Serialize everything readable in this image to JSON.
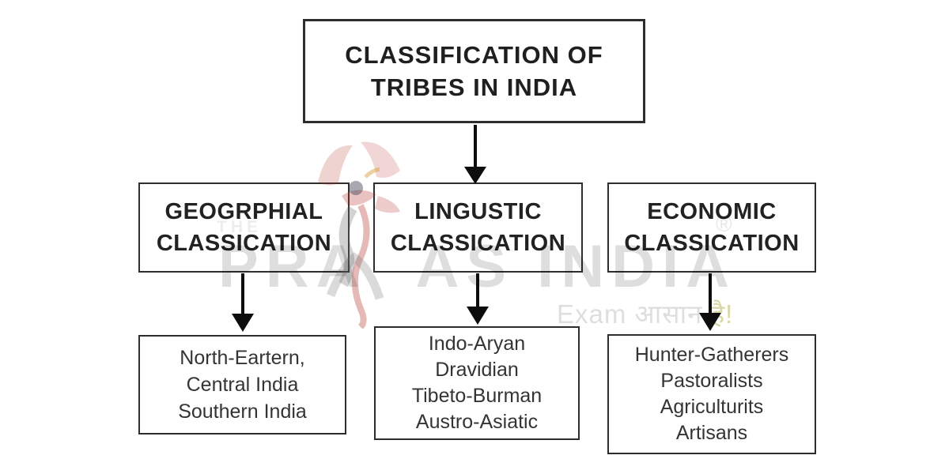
{
  "title": {
    "line1": "CLASSIFICATION OF",
    "line2": "TRIBES IN INDIA"
  },
  "branches": [
    {
      "id": "geographical",
      "header_line1": "GEOGRPHIAL",
      "header_line2": "CLASSICATION",
      "items": [
        "North-Eartern,",
        "Central India",
        "Southern India"
      ]
    },
    {
      "id": "linguistic",
      "header_line1": "LINGUSTIC",
      "header_line2": "CLASSICATION",
      "items": [
        "Indo-Aryan",
        "Dravidian",
        "Tibeto-Burman",
        "Austro-Asiatic"
      ]
    },
    {
      "id": "economic",
      "header_line1": "ECONOMIC",
      "header_line2": "CLASSICATION",
      "items": [
        "Hunter-Gatherers",
        "Pastoralists",
        "Agriculturits",
        "Artisans"
      ]
    }
  ],
  "watermark": {
    "prefix": "THE",
    "brand_left": "PRA",
    "brand_right": "AS INDIA",
    "registered_mark": "®",
    "tagline_exam": "Exam ",
    "tagline_hindi": "आसान ",
    "tagline_hai": "है!"
  },
  "colors": {
    "background": "#ffffff",
    "box_border": "#2d2d2d",
    "title_text": "#1f1f1f",
    "item_text": "#343434",
    "arrow": "#0d0d0d",
    "watermark_gray": "#dddddd",
    "watermark_red": "#b5372f",
    "watermark_olive": "#b8b862"
  }
}
